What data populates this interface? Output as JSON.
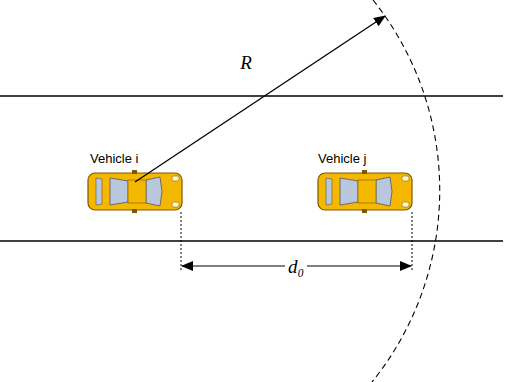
{
  "diagram": {
    "labels": [
      "R",
      "Vehicle i",
      "Vehicle j",
      "d₀"
    ]
  }
}
